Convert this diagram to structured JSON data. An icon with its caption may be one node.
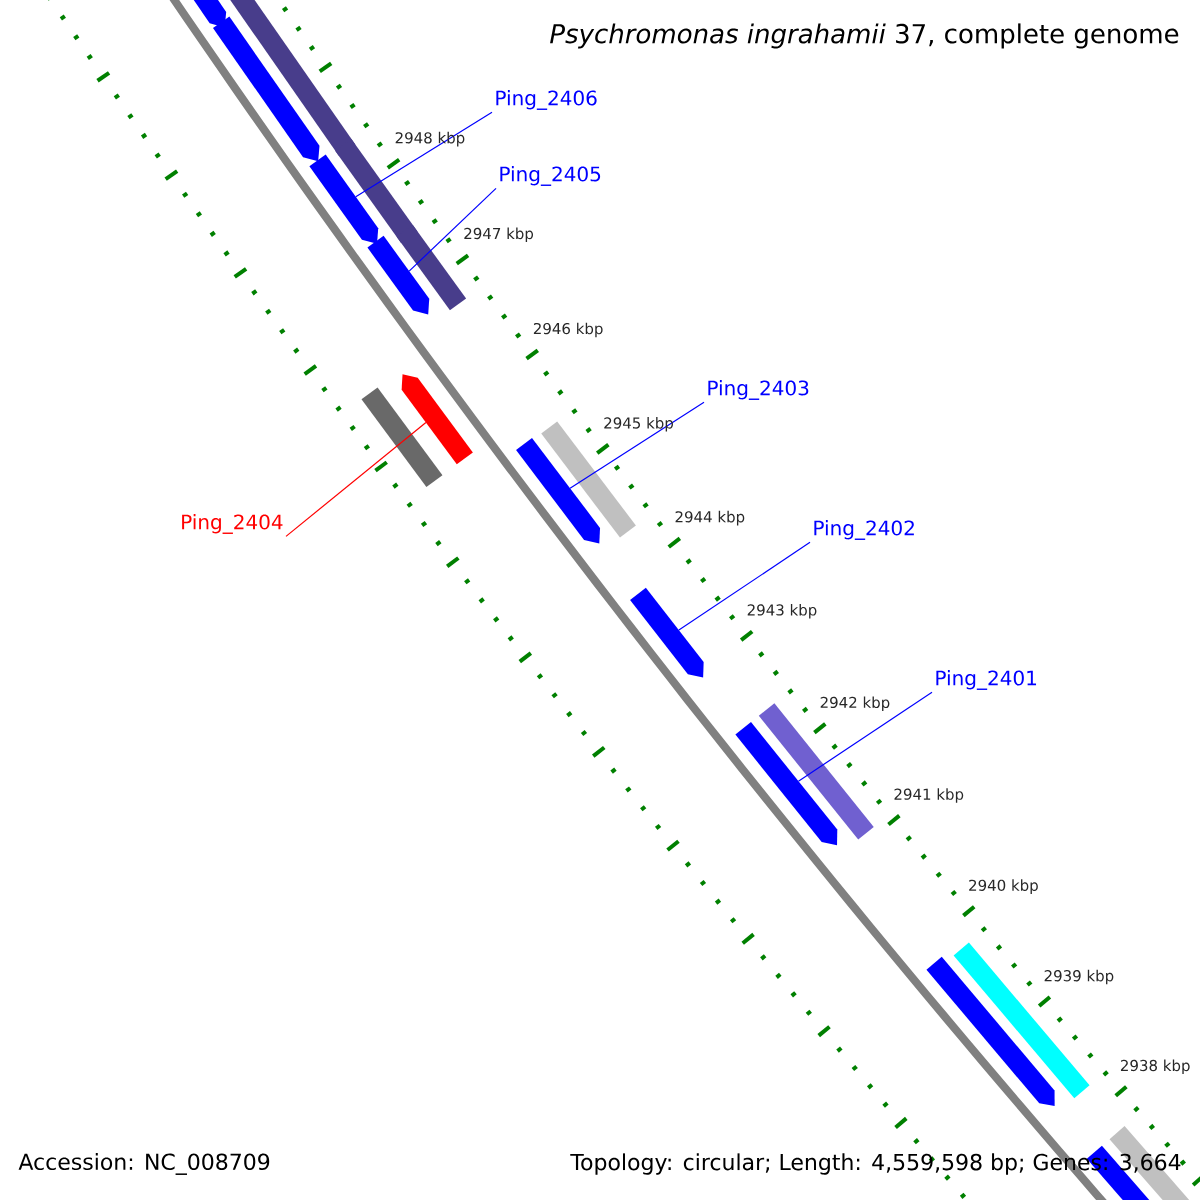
{
  "diagram": {
    "title": "*Psychromonas ingrahamii* 37, complete genome",
    "nodes": [
      {
        "text": [
          "Ping_2406"
        ]
      },
      {
        "text": [
          "Ping_2405"
        ]
      },
      {
        "text": [
          "Ping_2403"
        ]
      },
      {
        "text": [
          "Ping_2404"
        ]
      },
      {
        "text": [
          "Ping_2402"
        ]
      },
      {
        "text": [
          "Ping_2401"
        ]
      },
      {
        "text": [],
        "shape": "bar"
      },
      {
        "text": [],
        "shape": "bar"
      },
      {
        "text": [],
        "shape": "bar"
      },
      {
        "text": [],
        "shape": "bar"
      },
      {
        "text": [],
        "shape": "bar"
      },
      {
        "text": [],
        "shape": "bar"
      },
      {
        "text": [],
        "shape": "bar"
      },
      {
        "text": [],
        "shape": "bar"
      },
      {
        "text": [],
        "shape": "bar"
      },
      {
        "text": [],
        "shape": "bar"
      },
      {
        "text": [],
        "shape": "bar"
      },
      {
        "text": [],
        "shape": "bar"
      },
      {
        "text": [],
        "shape": "bar"
      },
      {
        "text": [],
        "shape": "bar"
      },
      {
        "text": [],
        "shape": "bar"
      },
      {
        "text": [],
        "shape": "bar"
      },
      {
        "text": [],
        "shape": "bar"
      },
      {
        "text": [],
        "shape": "bar"
      }
    ],
    "edges": [
      {
        "from": 0,
        "to": 10,
        "arrow": "none"
      },
      {
        "from": 1,
        "to": 12,
        "arrow": "none"
      },
      {
        "from": 2,
        "to": 16,
        "arrow": "none"
      },
      {
        "from": 3,
        "to": 13,
        "arrow": "none",
        "color": "#ff0000"
      },
      {
        "from": 4,
        "to": 17,
        "arrow": "none"
      },
      {
        "from": 5,
        "to": 19,
        "arrow": "none"
      }
    ],
    "labels": [
      "2948 kbp",
      "2947 kbp",
      "2946 kbp",
      "2945 kbp",
      "2944 kbp",
      "2943 kbp",
      "2942 kbp",
      "2941 kbp",
      "2940 kbp",
      "2939 kbp",
      "2938 kbp",
      "Accession: NC_008709",
      "Topology: circular; Length: 4,559,598 bp; Genes: 3,664"
    ]
  }
}
